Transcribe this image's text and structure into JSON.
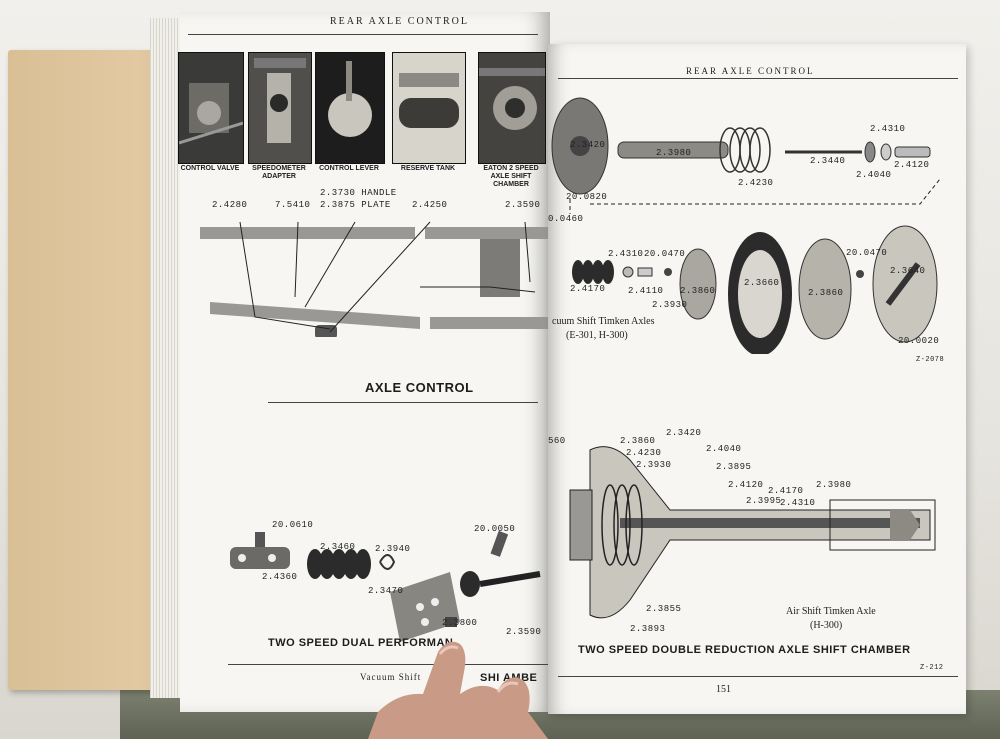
{
  "left_page": {
    "header": "REAR AXLE CONTROL",
    "photos": [
      {
        "caption": "CONTROL VALVE"
      },
      {
        "caption": "SPEEDOMETER ADAPTER"
      },
      {
        "caption": "CONTROL LEVER"
      },
      {
        "caption": "RESERVE TANK"
      },
      {
        "caption": "EATON 2 SPEED AXLE SHIFT CHAMBER"
      }
    ],
    "callouts": {
      "c2_4280": "2.4280",
      "c7_5410": "7.5410",
      "c2_3730": "2.3730 HANDLE",
      "c2_3875": "2.3875 PLATE",
      "c2_4250": "2.4250",
      "c2_3590a": "2.3590",
      "c20_0610": "20.0610",
      "c2_4360": "2.4360",
      "c2_3460": "2.3460",
      "c2_3940": "2.3940",
      "c2_3470": "2.3470",
      "c2_3800": "2.3800",
      "c20_0050": "20.0050",
      "c2_3590b": "2.3590"
    },
    "section_title_1": "AXLE CONTROL",
    "section_title_2": "TWO SPEED DUAL PERFORMAN",
    "section_title_2_tail": "SHI  AMBE",
    "footer": "Vacuum Shift"
  },
  "right_page": {
    "header": "REAR AXLE CONTROL",
    "callouts": {
      "r2_3420": "2.3420",
      "r2_3980": "2.3980",
      "r2_4230": "2.4230",
      "r2_3440": "2.3440",
      "r2_4310": "2.4310",
      "r2_4040": "2.4040",
      "r2_4120": "2.4120",
      "r20_0820": "20.0820",
      "r0_0460": "0.0460",
      "r2_4310b": "2.4310",
      "r20_0470": "20.0470",
      "r2_4170": "2.4170",
      "r2_4110": "2.4110",
      "r2_3930": "2.3930",
      "r2_3860": "2.3860",
      "r2_3660": "2.3660",
      "r2_3860b": "2.3860",
      "r20_0470b": "20.0470",
      "r2_3640": "2.3640",
      "r20_0020": "20.0020",
      "fig1": "Z-2078"
    },
    "vacuum_caption_1": "cuum Shift Timken Axles",
    "vacuum_caption_2": "(E-301, H-300)",
    "section_callouts": {
      "s560": "560",
      "s2_3860": "2.3860",
      "s2_3420": "2.3420",
      "s2_4230": "2.4230",
      "s2_3930": "2.3930",
      "s2_4040": "2.4040",
      "s2_3895": "2.3895",
      "s2_4120": "2.4120",
      "s2_4170": "2.4170",
      "s2_3995": "2.3995",
      "s2_4310": "2.4310",
      "s2_3980": "2.3980",
      "s2_3855": "2.3855",
      "s2_3893": "2.3893"
    },
    "air_caption_1": "Air Shift Timken Axle",
    "air_caption_2": "(H-300)",
    "section_title": "TWO SPEED DOUBLE REDUCTION AXLE SHIFT CHAMBER",
    "fig2": "Z-212",
    "page_number": "151"
  }
}
